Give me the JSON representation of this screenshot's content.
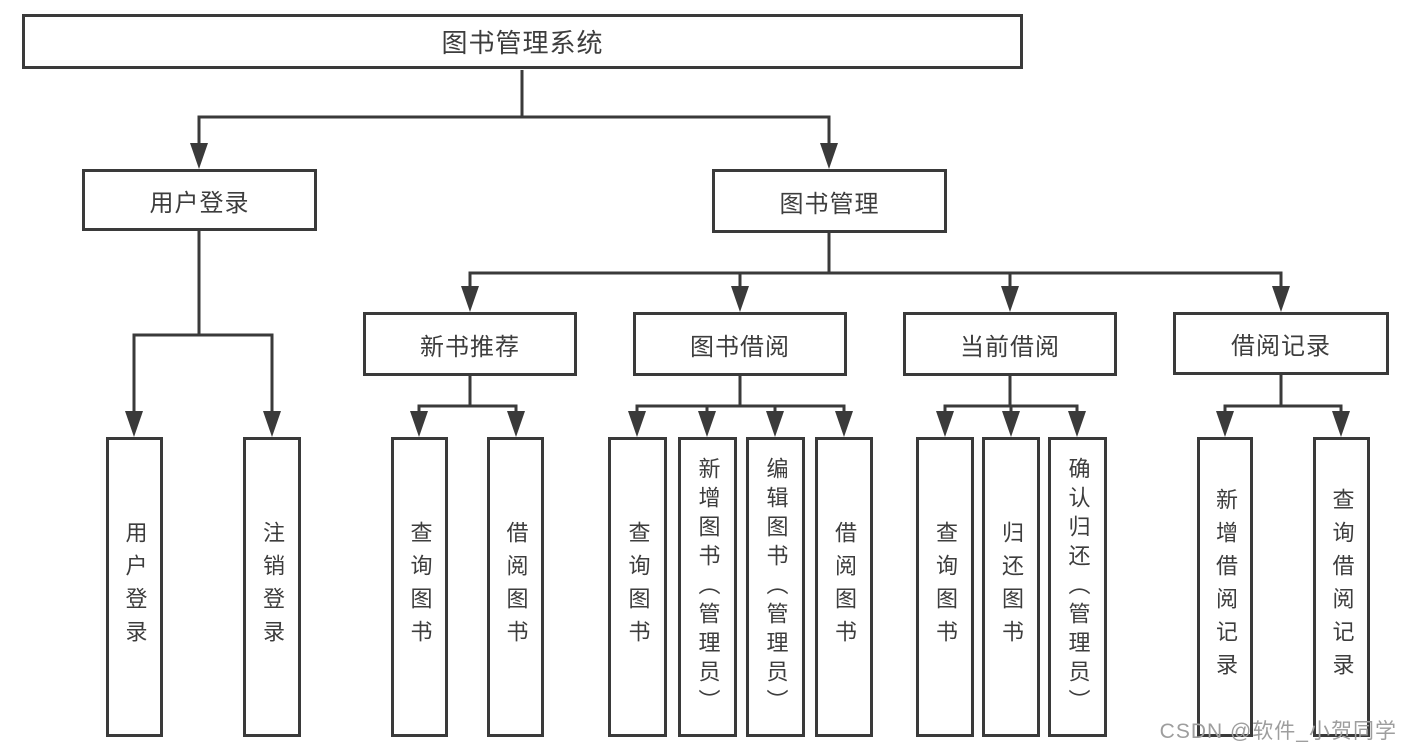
{
  "tree": {
    "root": "图书管理系统",
    "branches": [
      {
        "label": "用户登录",
        "children": [
          "用户登录",
          "注销登录"
        ]
      },
      {
        "label": "图书管理",
        "groups": [
          {
            "label": "新书推荐",
            "children": [
              "查询图书",
              "借阅图书"
            ]
          },
          {
            "label": "图书借阅",
            "children": [
              "查询图书",
              "新增图书（管理员）",
              "编辑图书（管理员）",
              "借阅图书"
            ]
          },
          {
            "label": "当前借阅",
            "children": [
              "查询图书",
              "归还图书",
              "确认归还（管理员）"
            ]
          },
          {
            "label": "借阅记录",
            "children": [
              "新增借阅记录",
              "查询借阅记录"
            ]
          }
        ]
      }
    ]
  },
  "watermark": {
    "text": "CSDN @软件_小贺同学"
  },
  "colors": {
    "line": "#3a3a3a",
    "text": "#3d3d3d",
    "watermark": "#9e9e9e",
    "background": "#ffffff"
  }
}
